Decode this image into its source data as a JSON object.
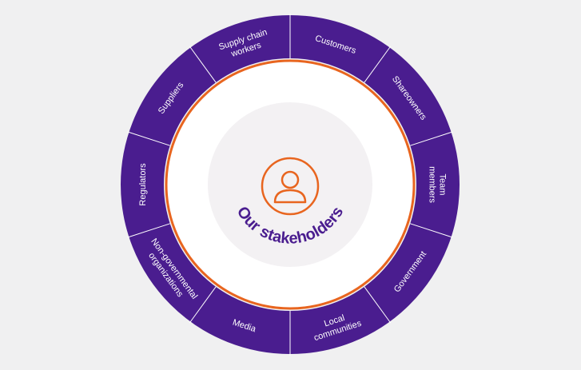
{
  "diagram": {
    "center_title": "Our stakeholders",
    "center_icon": "person-icon",
    "segments": [
      {
        "id": "customers",
        "lines": [
          "Customers"
        ]
      },
      {
        "id": "shareowners",
        "lines": [
          "Shareowners"
        ]
      },
      {
        "id": "team-members",
        "lines": [
          "Team",
          "members"
        ]
      },
      {
        "id": "government",
        "lines": [
          "Government"
        ]
      },
      {
        "id": "local-communities",
        "lines": [
          "Local",
          "communities"
        ]
      },
      {
        "id": "media",
        "lines": [
          "Media"
        ]
      },
      {
        "id": "ngos",
        "lines": [
          "Non-governmental",
          "organizations"
        ]
      },
      {
        "id": "regulators",
        "lines": [
          "Regulators"
        ]
      },
      {
        "id": "suppliers",
        "lines": [
          "Suppliers"
        ]
      },
      {
        "id": "supply-chain-workers",
        "lines": [
          "Supply chain",
          "workers"
        ]
      }
    ]
  },
  "colors": {
    "background": "#f0f0f1",
    "ring": "#4a1d8f",
    "divider": "#ffffff",
    "accent": "#e8651f",
    "center_fill": "#f3f1f3",
    "inner_fill": "#ffffff",
    "title": "#4a1d8f"
  }
}
